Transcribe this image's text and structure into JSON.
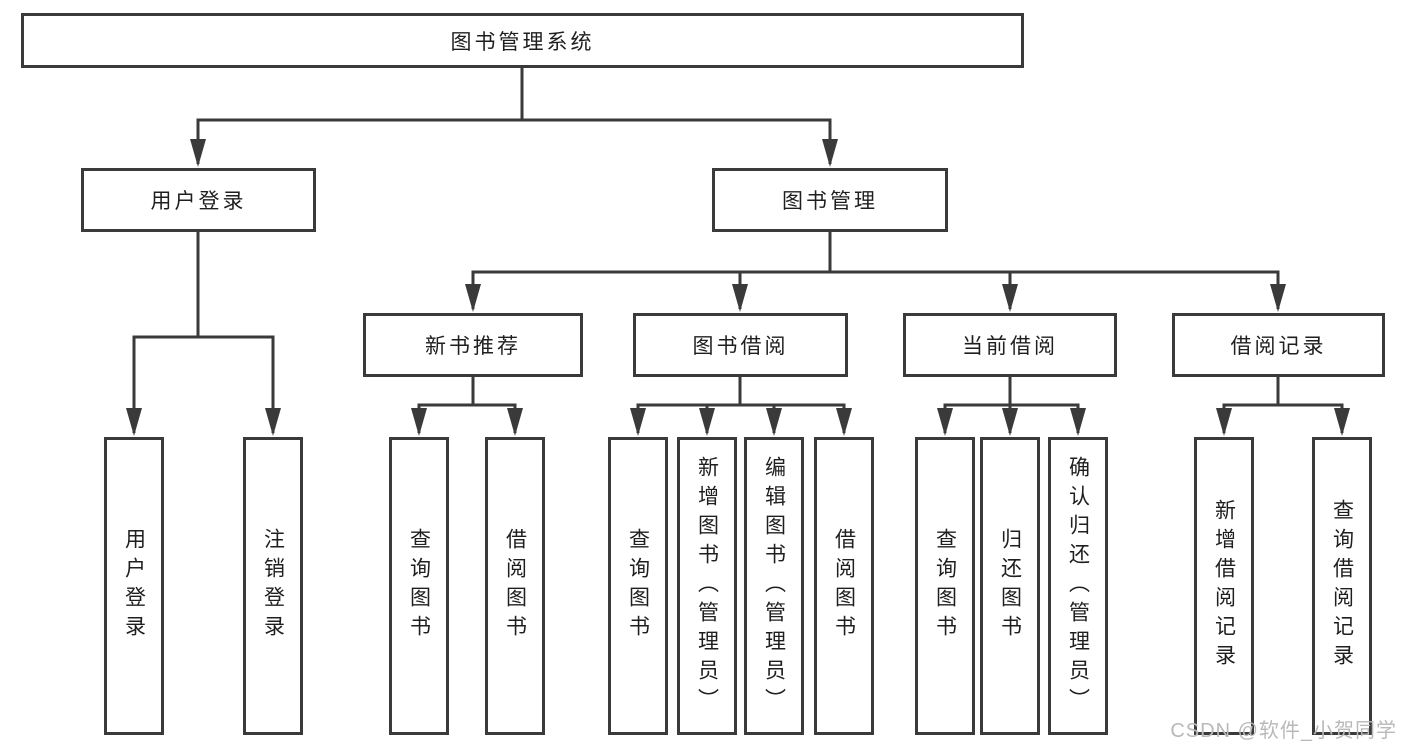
{
  "diagram": {
    "root": "图书管理系统",
    "branches": {
      "user": {
        "label": "用户登录",
        "children": [
          "用户登录",
          "注销登录"
        ]
      },
      "mgmt": {
        "label": "图书管理",
        "sections": [
          {
            "label": "新书推荐",
            "children": [
              "查询图书",
              "借阅图书"
            ]
          },
          {
            "label": "图书借阅",
            "children": [
              "查询图书",
              "新增图书（管理员）",
              "编辑图书（管理员）",
              "借阅图书"
            ]
          },
          {
            "label": "当前借阅",
            "children": [
              "查询图书",
              "归还图书",
              "确认归还（管理员）"
            ]
          },
          {
            "label": "借阅记录",
            "children": [
              "新增借阅记录",
              "查询借阅记录"
            ]
          }
        ]
      }
    }
  },
  "watermark": {
    "text": "CSDN @软件_小贺同学"
  },
  "colors": {
    "line": "#3a3a3a",
    "box_border": "#3a3a3a",
    "text": "#1f1f1f",
    "watermark": "#b9b9b9",
    "background": "#ffffff"
  }
}
